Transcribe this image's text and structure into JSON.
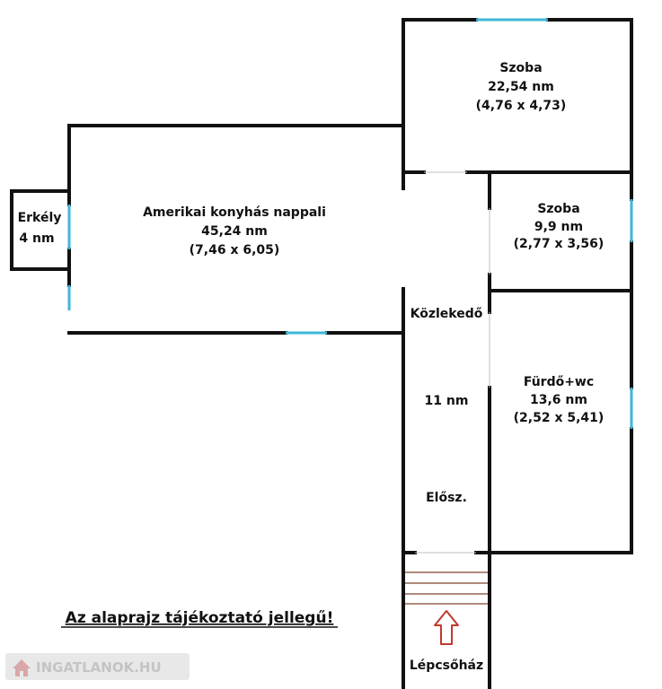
{
  "colors": {
    "wall": "#111111",
    "window": "#3fb7d6",
    "door": "#bfbfbf",
    "arrow": "#c0392b",
    "logo_bg": "#e8e8e8",
    "logo_text": "#c4c4c4",
    "logo_mark": "#d9a7a7"
  },
  "rooms": {
    "szoba1": {
      "name": "Szoba",
      "area": "22,54 nm",
      "dims": "(4,76 x 4,73)"
    },
    "nappali": {
      "name": "Amerikai konyhás nappali",
      "area": "45,24 nm",
      "dims": "(7,46 x 6,05)"
    },
    "erkely": {
      "name": "Erkély",
      "area": "4 nm"
    },
    "szoba2": {
      "name": "Szoba",
      "area": "9,9 nm",
      "dims": "(2,77 x 3,56)"
    },
    "furdo": {
      "name": "Fürdő+wc",
      "area": "13,6 nm",
      "dims": "(2,52 x 5,41)"
    },
    "kozlekedo": {
      "name": "Közlekedő",
      "area": "11 nm",
      "eloszoba": "Elősz."
    },
    "lepcsohaz": {
      "name": "Lépcsőház"
    }
  },
  "note": "Az alaprajz tájékoztató jellegű!",
  "watermark": {
    "text": "INGATLANOK.HU",
    "icon": "house-icon"
  },
  "entrance_icon": "arrow-up-icon"
}
